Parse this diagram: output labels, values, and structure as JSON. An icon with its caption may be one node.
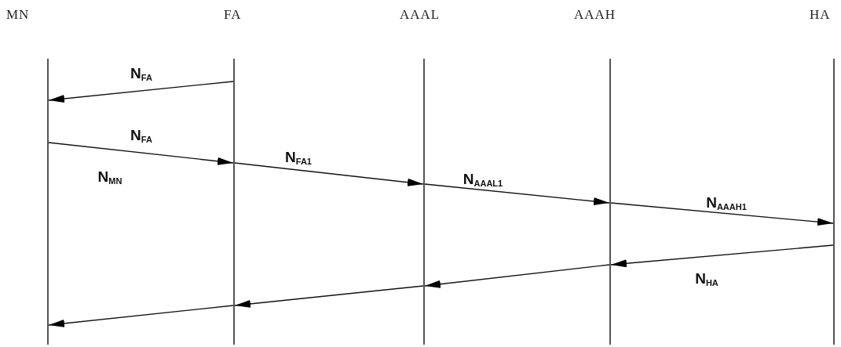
{
  "diagram": {
    "nodes": [
      {
        "text": [
          "MN"
        ]
      },
      {
        "text": [
          "FA"
        ]
      },
      {
        "text": [
          "AAAL"
        ]
      },
      {
        "text": [
          "AAAH"
        ]
      },
      {
        "text": [
          "HA"
        ]
      }
    ],
    "edges": [
      {
        "from": 1,
        "to": 0,
        "arrow": "to",
        "label": "N$_{FA}$"
      },
      {
        "from": 0,
        "to": 1,
        "arrow": "to",
        "label": "N$_{FA}$"
      },
      {
        "from": 1,
        "to": 2,
        "arrow": "to",
        "label": "N$_{FA1}$"
      },
      {
        "from": 2,
        "to": 3,
        "arrow": "to",
        "label": "N$_{AAAL1}$"
      },
      {
        "from": 3,
        "to": 4,
        "arrow": "to",
        "label": "N$_{AAAH1}$"
      },
      {
        "from": 4,
        "to": 3,
        "arrow": "to",
        "label": "N$_{HA}$"
      },
      {
        "from": 3,
        "to": 2,
        "arrow": "to"
      },
      {
        "from": 2,
        "to": 1,
        "arrow": "to"
      },
      {
        "from": 1,
        "to": 0,
        "arrow": "to"
      }
    ],
    "labels": [
      "N$_{MN}$"
    ]
  }
}
